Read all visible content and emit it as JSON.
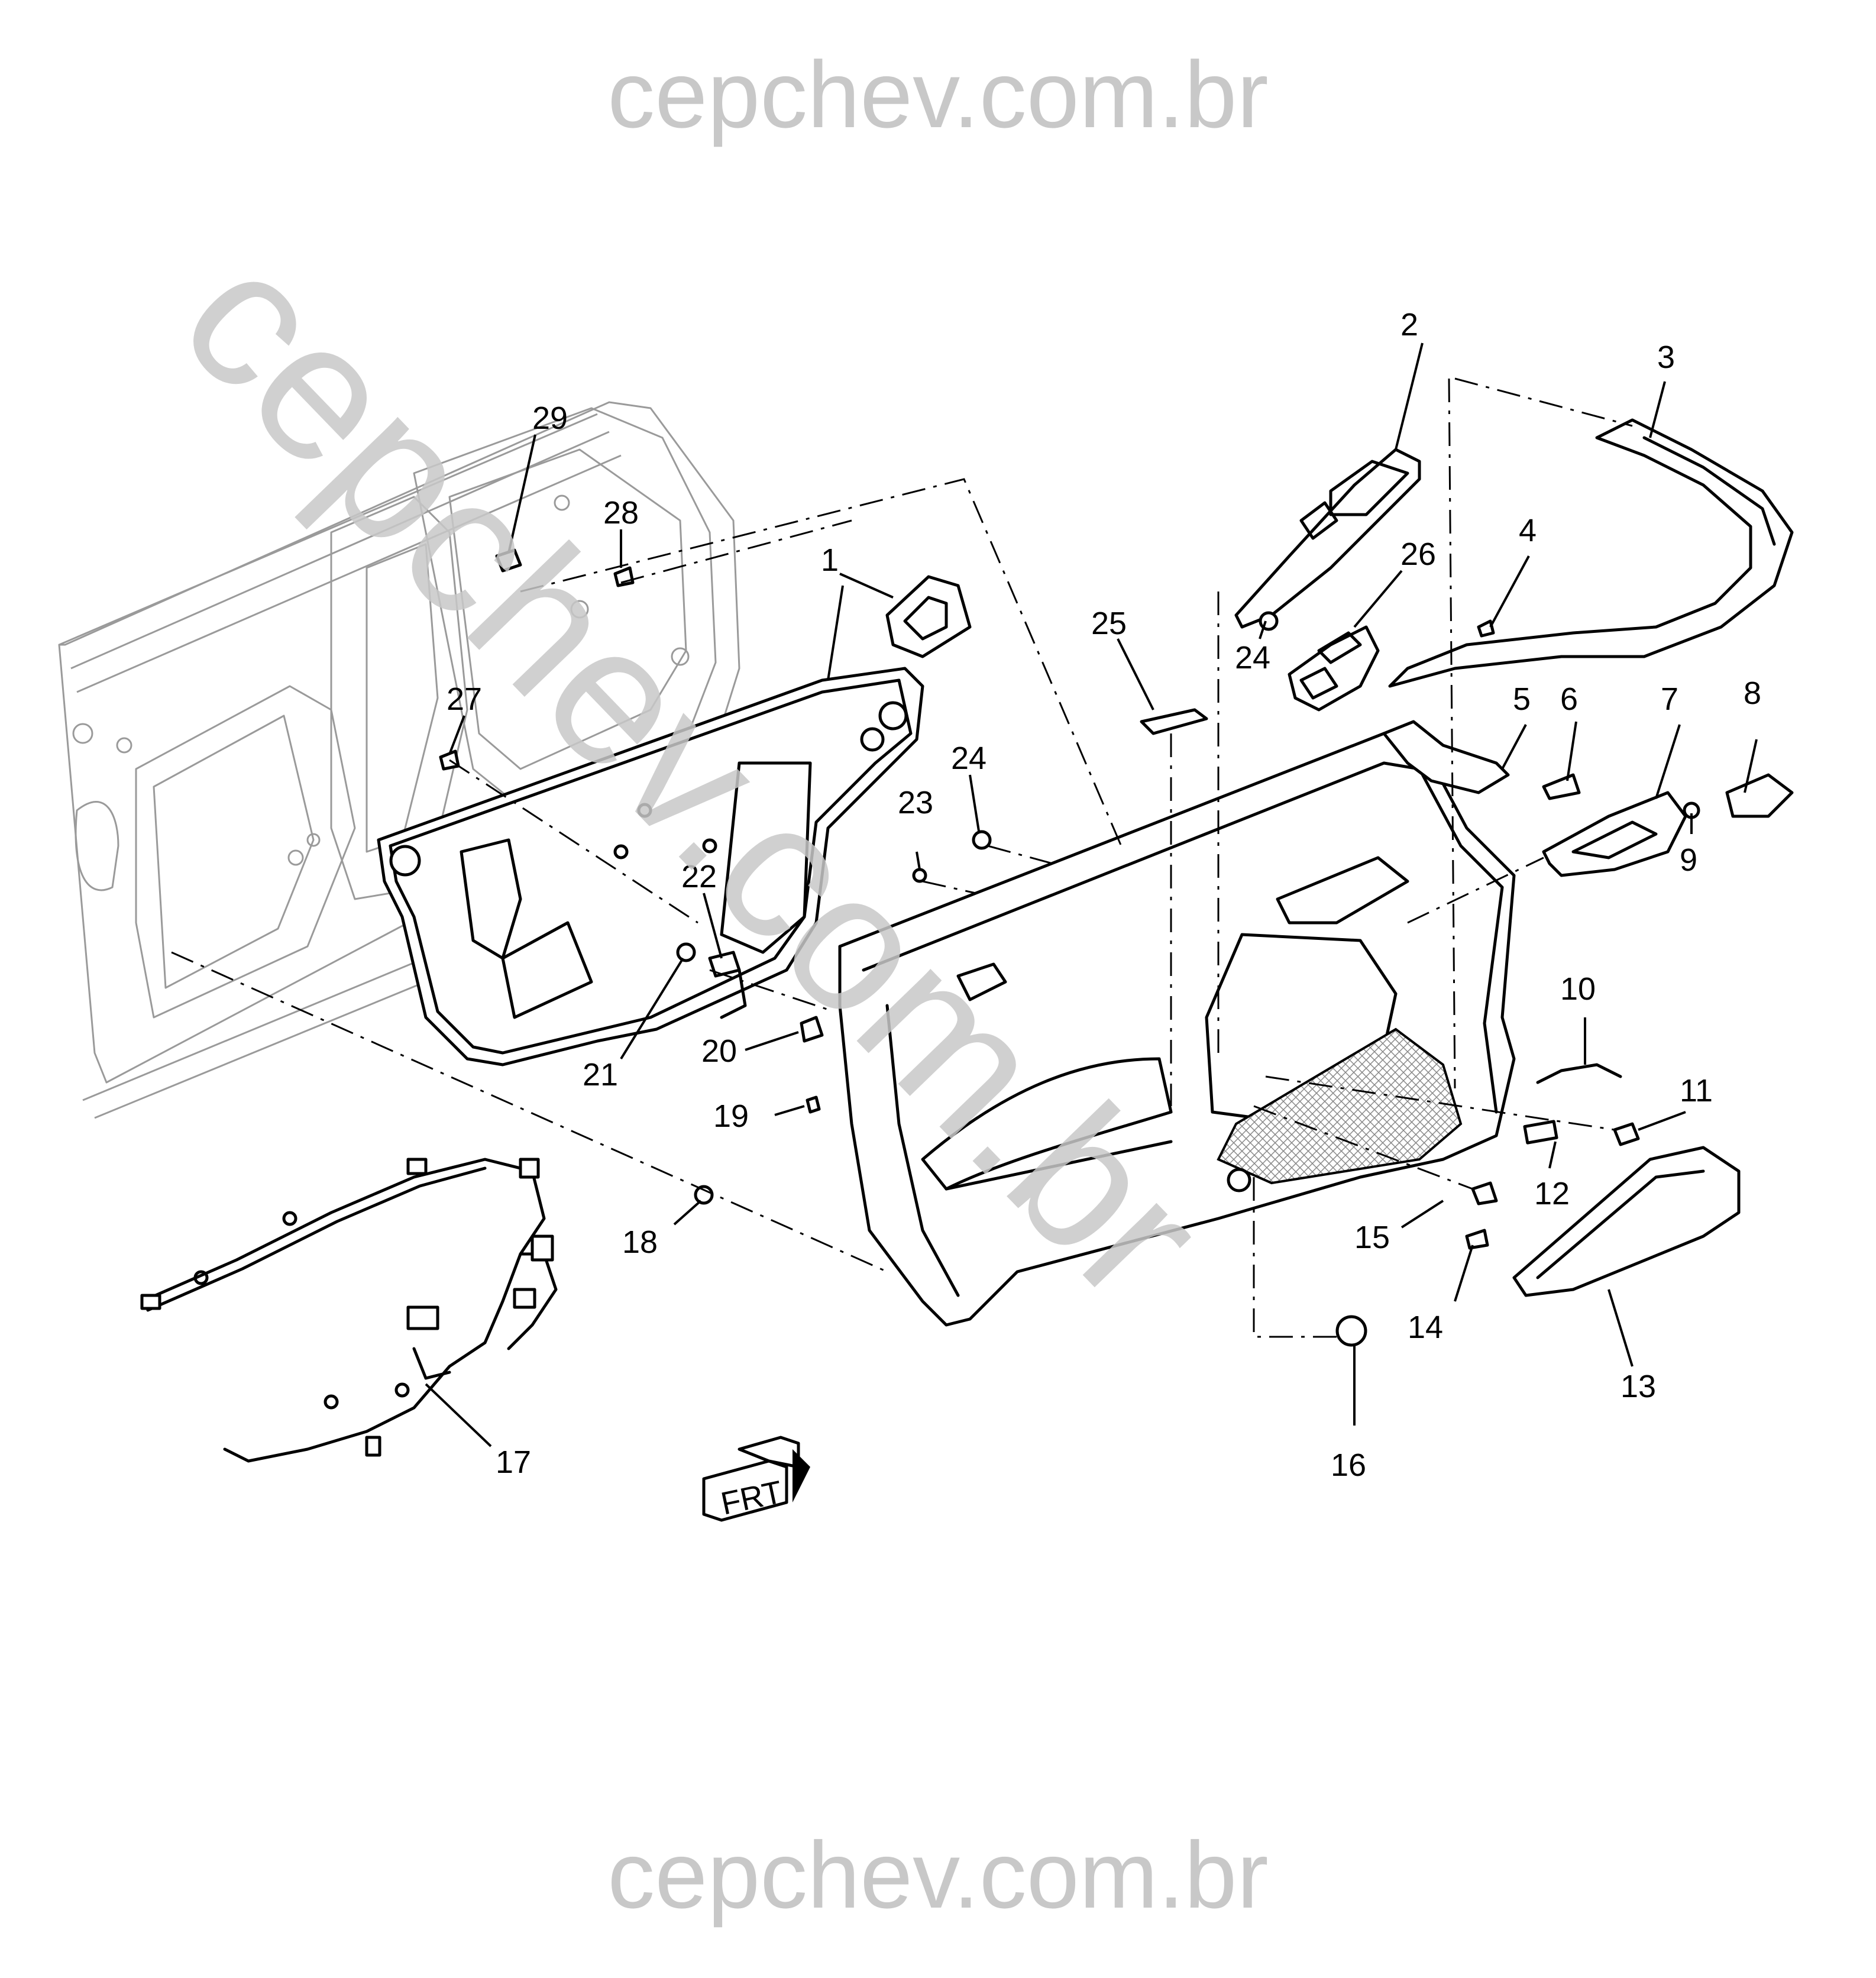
{
  "watermark": {
    "top": "cepchev.com.br",
    "diagonal": "cepchev.com.br",
    "bottom": "cepchev.com.br"
  },
  "front_indicator": "FRT",
  "callouts": [
    "1",
    "2",
    "3",
    "4",
    "5",
    "6",
    "7",
    "8",
    "9",
    "10",
    "11",
    "12",
    "13",
    "14",
    "15",
    "16",
    "17",
    "18",
    "19",
    "20",
    "21",
    "22",
    "23",
    "24",
    "24",
    "25",
    "26",
    "27",
    "28",
    "29"
  ],
  "colors": {
    "line": "#000000",
    "ghost": "#9a9a9a",
    "watermark": "#c8c8c8"
  }
}
